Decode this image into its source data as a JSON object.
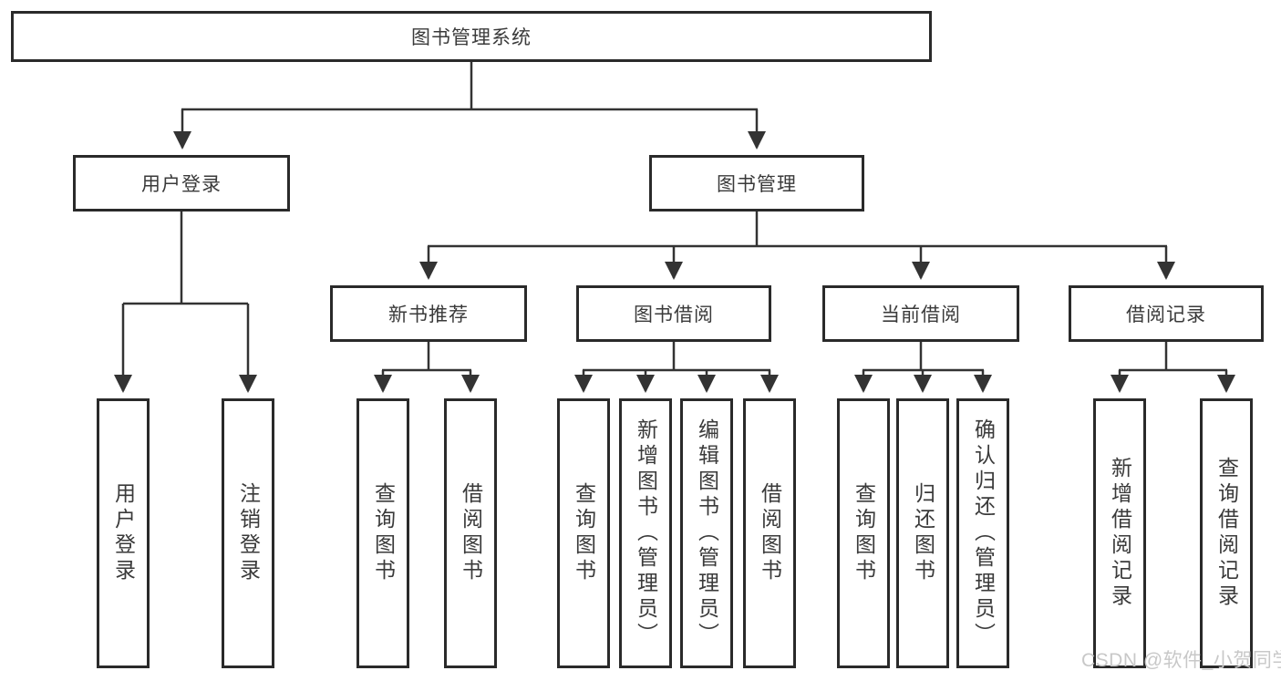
{
  "diagram_type": "tree-structure-chart",
  "nodes": {
    "root": "图书管理系统",
    "user_login": "用户登录",
    "book_management": "图书管理",
    "new_book_recommend": "新书推荐",
    "book_borrowing": "图书借阅",
    "current_borrowing": "当前借阅",
    "borrowing_records": "借阅记录",
    "leaf_user_login": "用户登录",
    "leaf_logout": "注销登录",
    "leaf_query_books_recommend": "查询图书",
    "leaf_borrow_books_recommend": "借阅图书",
    "leaf_query_books_borrowing": "查询图书",
    "leaf_add_books_admin": "新增图书（管理员）",
    "leaf_edit_books_admin": "编辑图书（管理员）",
    "leaf_borrow_books_borrowing": "借阅图书",
    "leaf_query_books_current": "查询图书",
    "leaf_return_books": "归还图书",
    "leaf_confirm_return_admin": "确认归还（管理员）",
    "leaf_add_borrow_record": "新增借阅记录",
    "leaf_query_borrow_record": "查询借阅记录"
  },
  "watermark": "CSDN @软件_小贺同学",
  "colors": {
    "border": "#2a2a2a",
    "line": "#333333",
    "text": "#3a3a3a",
    "watermark": "#c8c8c8",
    "background": "#ffffff"
  }
}
